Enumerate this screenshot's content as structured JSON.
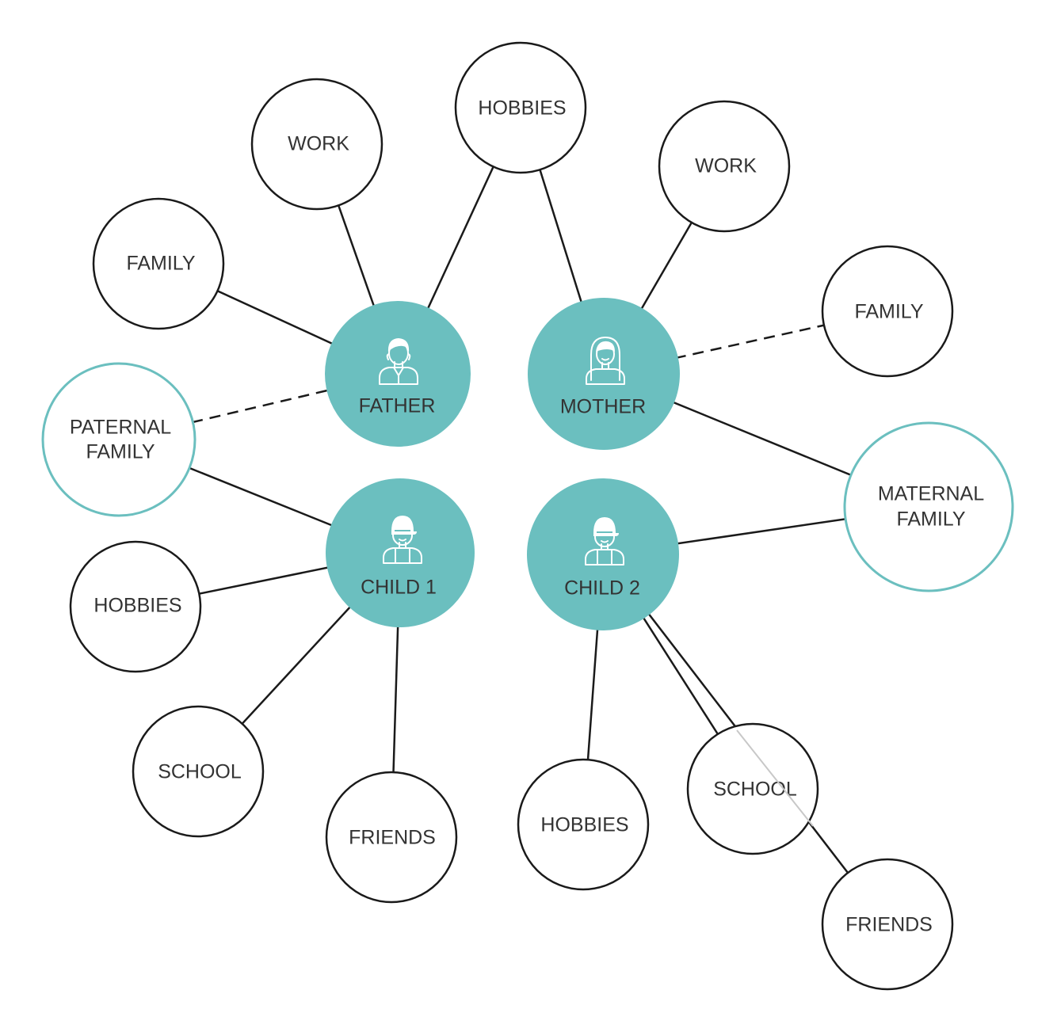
{
  "colors": {
    "accent": "#6bbfbf",
    "line": "#1a1a1a",
    "text": "#333333",
    "background": "#ffffff"
  },
  "nodes": {
    "father": {
      "label": "FATHER",
      "icon": "man-avatar-icon"
    },
    "mother": {
      "label": "MOTHER",
      "icon": "woman-avatar-icon"
    },
    "child1": {
      "label": "CHILD 1",
      "icon": "child-avatar-icon"
    },
    "child2": {
      "label": "CHILD 2",
      "icon": "child-avatar-icon"
    },
    "father_family": {
      "label": "FAMILY"
    },
    "father_work": {
      "label": "WORK"
    },
    "shared_hobbies": {
      "label": "HOBBIES"
    },
    "mother_work": {
      "label": "WORK"
    },
    "mother_family": {
      "label": "FAMILY"
    },
    "paternal_family": {
      "label_line1": "PATERNAL",
      "label_line2": "FAMILY"
    },
    "maternal_family": {
      "label_line1": "MATERNAL",
      "label_line2": "FAMILY"
    },
    "child1_hobbies": {
      "label": "HOBBIES"
    },
    "child1_school": {
      "label": "SCHOOL"
    },
    "child1_friends": {
      "label": "FRIENDS"
    },
    "child2_hobbies": {
      "label": "HOBBIES"
    },
    "child2_school": {
      "label": "SCHOOL"
    },
    "child2_friends": {
      "label": "FRIENDS"
    }
  },
  "edges": [
    {
      "from": "father",
      "to": "father_family",
      "style": "solid"
    },
    {
      "from": "father",
      "to": "father_work",
      "style": "solid"
    },
    {
      "from": "father",
      "to": "shared_hobbies",
      "style": "solid"
    },
    {
      "from": "father",
      "to": "paternal_family",
      "style": "dashed"
    },
    {
      "from": "mother",
      "to": "shared_hobbies",
      "style": "solid"
    },
    {
      "from": "mother",
      "to": "mother_work",
      "style": "solid"
    },
    {
      "from": "mother",
      "to": "mother_family",
      "style": "dashed"
    },
    {
      "from": "mother",
      "to": "maternal_family",
      "style": "solid"
    },
    {
      "from": "child1",
      "to": "paternal_family",
      "style": "solid"
    },
    {
      "from": "child1",
      "to": "child1_hobbies",
      "style": "solid"
    },
    {
      "from": "child1",
      "to": "child1_school",
      "style": "solid"
    },
    {
      "from": "child1",
      "to": "child1_friends",
      "style": "solid"
    },
    {
      "from": "child2",
      "to": "maternal_family",
      "style": "solid"
    },
    {
      "from": "child2",
      "to": "child2_hobbies",
      "style": "solid"
    },
    {
      "from": "child2",
      "to": "child2_school",
      "style": "solid"
    },
    {
      "from": "child2",
      "to": "child2_friends",
      "style": "solid"
    }
  ]
}
